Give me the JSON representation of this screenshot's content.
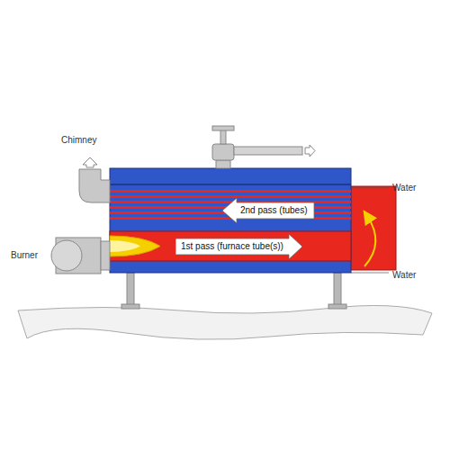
{
  "diagram": {
    "nodes": [
      {
        "text": [
          "2nd pass (tubes)"
        ]
      },
      {
        "text": [
          "1st pass (furnace tube(s))"
        ]
      }
    ],
    "labels": [
      "Chimney",
      "Burner",
      "Water",
      "Water"
    ]
  }
}
